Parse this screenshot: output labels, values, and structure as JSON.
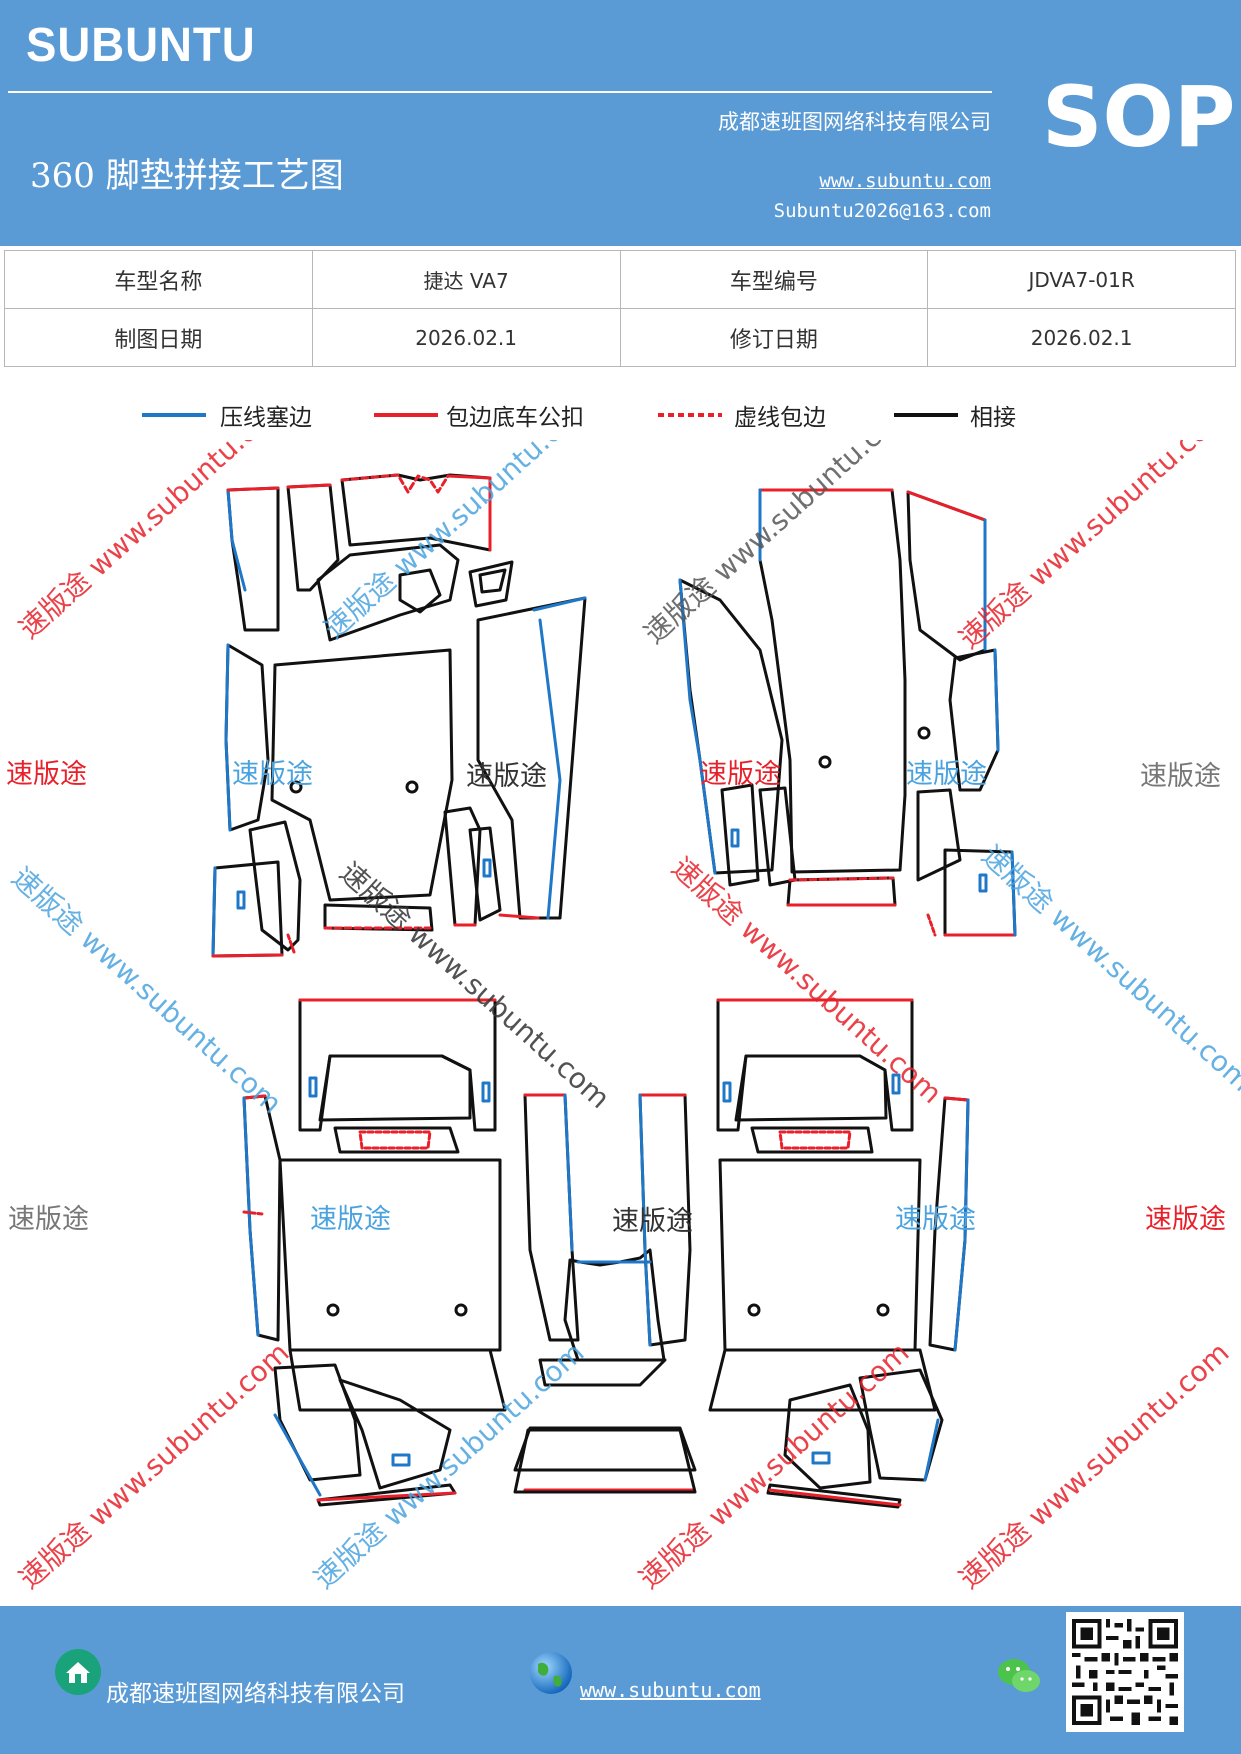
{
  "header": {
    "brand": "SUBUNTU",
    "title": "360 脚垫拼接工艺图",
    "company": "成都速班图网络科技有限公司",
    "website": "www.subuntu.com",
    "email": "Subuntu2026@163.com",
    "badge": "SOP"
  },
  "info": {
    "model_name_label": "车型名称",
    "model_name_value": "捷达 VA7",
    "model_code_label": "车型编号",
    "model_code_value": "JDVA7-01R",
    "draw_date_label": "制图日期",
    "draw_date_value": "2026.02.1",
    "revise_date_label": "修订日期",
    "revise_date_value": "2026.02.1"
  },
  "legend": [
    {
      "label": "压线塞边",
      "color": "#1f77c8",
      "style": "solid"
    },
    {
      "label": "包边底车公扣",
      "color": "#e8202a",
      "style": "solid"
    },
    {
      "label": "虚线包边",
      "color": "#e8202a",
      "style": "dashed"
    },
    {
      "label": "相接",
      "color": "#111111",
      "style": "solid"
    }
  ],
  "colors": {
    "blue_edge": "#1f77c8",
    "red_edge": "#e8202a",
    "outline": "#111111",
    "header_bg": "#5b9bd5"
  },
  "watermarks": {
    "brand": "速版途",
    "diagonal": "速版途 www.subuntu.com"
  },
  "footer": {
    "company": "成都速班图网络科技有限公司",
    "website": "www.subuntu.com",
    "icons": [
      "home-icon",
      "globe-icon",
      "wechat-icon",
      "qr-code"
    ]
  }
}
